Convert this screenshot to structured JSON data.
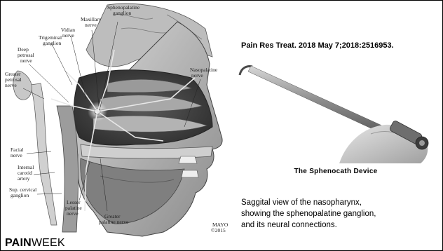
{
  "citation": "Pain Res Treat. 2018 May 7;2018:2516953.",
  "device_caption": "The Sphenocath Device",
  "description_lines": [
    "Saggital view of the nasopharynx,",
    "showing the sphenopalatine ganglion,",
    "and its neural connections."
  ],
  "logo": {
    "pain": "PAIN",
    "week": "WEEK"
  },
  "anatomy_labels": {
    "sphenopalatine": [
      "Sphenopalatine",
      "ganglion"
    ],
    "maxillary": [
      "Maxillary",
      "nerve"
    ],
    "vidian": [
      "Vidian",
      "nerve"
    ],
    "trigeminal": [
      "Trigeminal",
      "ganglion"
    ],
    "deep_petrosal": [
      "Deep",
      "petrosal",
      "nerve"
    ],
    "greater_petrosal": [
      "Greater",
      "petrosal",
      "nerve"
    ],
    "nasopalatine": [
      "Nasopalatine",
      "nerve"
    ],
    "facial": [
      "Facial",
      "nerve"
    ],
    "internal_carotid": [
      "Internal",
      "carotid",
      "artery"
    ],
    "sup_cervical": [
      "Sup. cervical",
      "ganglion"
    ],
    "lesser_palatine": [
      "Lesser",
      "palatine",
      "nerve"
    ],
    "greater_palatine": [
      "Greater",
      "palatine nerve"
    ],
    "mayo": [
      "MAYO",
      "©2015"
    ]
  },
  "colors": {
    "background": "#ffffff",
    "border": "#000000",
    "text": "#000000"
  }
}
